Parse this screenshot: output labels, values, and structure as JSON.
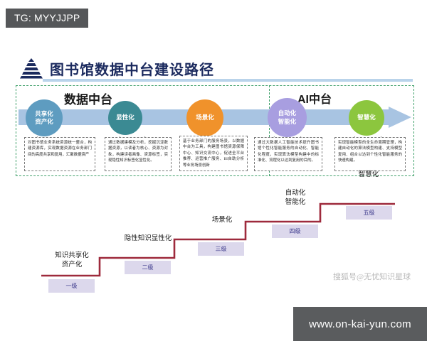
{
  "overlay": {
    "tg_tag": "TG: MYYJJPP",
    "url_bar": "www.on-kai-yun.com",
    "watermark": "搜狐号@无忧知识星球"
  },
  "slide": {
    "title": "图书馆数据中台建设路径",
    "logo_icon": "pyramid-logo-icon",
    "sections": [
      {
        "key": "data_platform",
        "label": "数据中台"
      },
      {
        "key": "ai_platform",
        "label": "AI中台"
      }
    ],
    "colors": {
      "title": "#1b2a5e",
      "title_underline": "#b9d3ea",
      "dashed_border": "#3fa06a",
      "arrow_band": "#a8c4e2",
      "stair_line": "#9e2a3c",
      "step_box": "#dcd8ec",
      "step_text": "#3d3a8c"
    },
    "nodes": [
      {
        "id": "node-1",
        "label_lines": [
          "共享化",
          "资产化"
        ],
        "color": "#5e9cc0",
        "desc": "对图书馆业务系统资源统一整合，构建资源库，实现数据资源在业务部门间的高度共享和复用，汇聚数据资产"
      },
      {
        "id": "node-2",
        "label_lines": [
          "显性化"
        ],
        "color": "#3b8a93",
        "desc": "通过数据建模及分析，挖掘沉淀数据资源，以读者为核心、资源为对象，构建读者画像、资源标签，实现隐性知识标签化显性化。"
      },
      {
        "id": "node-3",
        "label_lines": [
          "场景化"
        ],
        "color": "#f0922b",
        "desc": "基于业务部门的服务场景，以数据中台为工具，构建图书馆资源保障中心、知识交流中心，促进全平台推荐、运营推广服务、BI自助分析等业务场景创新"
      },
      {
        "id": "node-4",
        "label_lines": [
          "自动化",
          "智能化"
        ],
        "color": "#a89ee0",
        "desc": "通过大数据人工智能技术提升图书馆个性化智能服务的自动化、智能化程度，实现算法模型构建中的标准化、流程化以达到复用的目的。"
      },
      {
        "id": "node-5",
        "label_lines": [
          "智慧化"
        ],
        "color": "#8cc63e",
        "desc": "实现智能模型的全生命周期管理，构建自动化的算法模型构建、支持模型复用、组合以达到个性化智能服务的快速构建。"
      }
    ],
    "stairs": [
      {
        "id": "step-1",
        "label_lines": [
          "知识共享化",
          "资产化"
        ],
        "level": "一级"
      },
      {
        "id": "step-2",
        "label_lines": [
          "隐性知识显性化"
        ],
        "level": "二级"
      },
      {
        "id": "step-3",
        "label_lines": [
          "场景化"
        ],
        "level": "三级"
      },
      {
        "id": "step-4",
        "label_lines": [
          "自动化",
          "智能化"
        ],
        "level": "四级"
      },
      {
        "id": "step-5",
        "label_lines": [
          "智慧化"
        ],
        "level": "五级"
      }
    ]
  }
}
